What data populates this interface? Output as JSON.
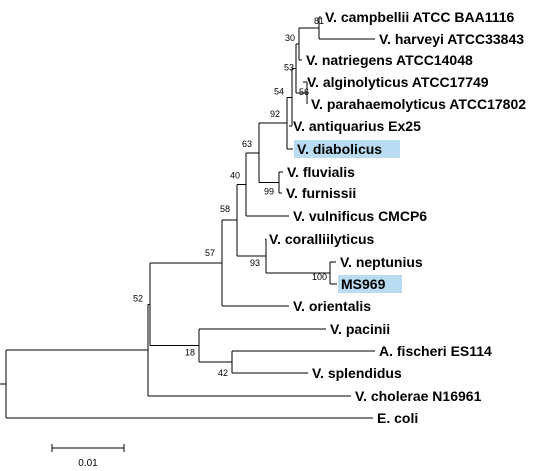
{
  "highlight_color": "#b9dcf2",
  "taxa": [
    {
      "id": "campbellii",
      "label": "V. campbellii ATCC BAA1116",
      "highlighted": false
    },
    {
      "id": "harveyi",
      "label": "V. harveyi ATCC33843",
      "highlighted": false
    },
    {
      "id": "natriegens",
      "label": "V. natriegens ATCC14048",
      "highlighted": false
    },
    {
      "id": "alginolyticus",
      "label": "V. alginolyticus ATCC17749",
      "highlighted": false
    },
    {
      "id": "parahaemolyticus",
      "label": "V. parahaemolyticus ATCC17802",
      "highlighted": false
    },
    {
      "id": "antiquarius",
      "label": "V. antiquarius Ex25",
      "highlighted": false
    },
    {
      "id": "diabolicus",
      "label": "V. diabolicus",
      "highlighted": true
    },
    {
      "id": "fluvialis",
      "label": "V. fluvialis",
      "highlighted": false
    },
    {
      "id": "furnissii",
      "label": "V. furnissii",
      "highlighted": false
    },
    {
      "id": "vulnificus",
      "label": "V. vulnificus CMCP6",
      "highlighted": false
    },
    {
      "id": "coralliilyticus",
      "label": "V. coralliilyticus",
      "highlighted": false
    },
    {
      "id": "neptunius",
      "label": "V. neptunius",
      "highlighted": false
    },
    {
      "id": "ms969",
      "label": "MS969",
      "highlighted": true
    },
    {
      "id": "orientalis",
      "label": "V. orientalis",
      "highlighted": false
    },
    {
      "id": "pacinii",
      "label": "V. pacinii",
      "highlighted": false
    },
    {
      "id": "fischeri",
      "label": "A. fischeri ES114",
      "highlighted": false
    },
    {
      "id": "splendidus",
      "label": "V. splendidus",
      "highlighted": false
    },
    {
      "id": "cholerae",
      "label": "V. cholerae N16961",
      "highlighted": false
    },
    {
      "id": "ecoli",
      "label": "E. coli",
      "highlighted": false
    }
  ],
  "bootstrap": [
    {
      "node": "n_camp_harv",
      "value": "81"
    },
    {
      "node": "n_30",
      "value": "30"
    },
    {
      "node": "n_53",
      "value": "53"
    },
    {
      "node": "n_54",
      "value": "54"
    },
    {
      "node": "n_56",
      "value": "56"
    },
    {
      "node": "n_92",
      "value": "92"
    },
    {
      "node": "n_63",
      "value": "63"
    },
    {
      "node": "n_fluv_furn",
      "value": "99"
    },
    {
      "node": "n_40",
      "value": "40"
    },
    {
      "node": "n_58",
      "value": "58"
    },
    {
      "node": "n_nep_ms",
      "value": "100"
    },
    {
      "node": "n_93",
      "value": "93"
    },
    {
      "node": "n_57",
      "value": "57"
    },
    {
      "node": "n_52",
      "value": "52"
    },
    {
      "node": "n_fisch_splen",
      "value": "42"
    },
    {
      "node": "n_18",
      "value": "18"
    }
  ],
  "scale_bar": {
    "label": "0.01"
  }
}
